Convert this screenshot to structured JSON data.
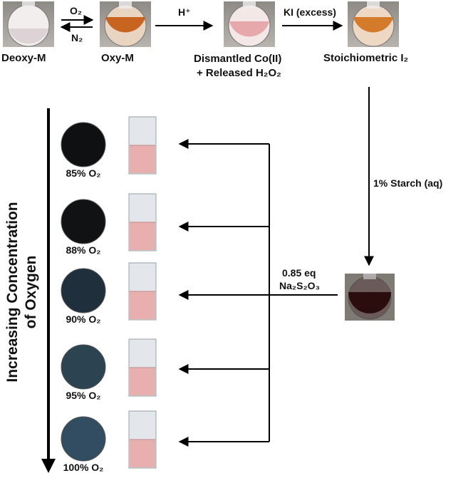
{
  "top": {
    "deoxy": "Deoxy-M",
    "oxy": "Oxy-M",
    "dismantled_1": "Dismantled Co(II)",
    "dismantled_2": "+ Released H₂O₂",
    "iodine": "Stoichiometric I₂",
    "o2": "O₂",
    "n2": "N₂",
    "acid": "H⁺",
    "ki": "KI (excess)"
  },
  "steps": {
    "starch": "1% Starch (aq)",
    "thio_eq": "0.85 eq",
    "thio_formula": "Na₂S₂O₃"
  },
  "axis_label_1": "Increasing Concentration",
  "axis_label_2": "of Oxygen",
  "samples": [
    {
      "label": "85% O₂",
      "color": "#0f1012"
    },
    {
      "label": "88% O₂",
      "color": "#111214"
    },
    {
      "label": "90% O₂",
      "color": "#1f2f3c"
    },
    {
      "label": "95% O₂",
      "color": "#2c4352"
    },
    {
      "label": "100% O₂",
      "color": "#324d61"
    }
  ],
  "colors": {
    "deoxy_fill": "#ddd3d6",
    "oxy_fill": "#c7641f",
    "dismantled_fill": "#e7a8ab",
    "iodine_fill": "#d47a2b",
    "starch_fill": "#2a0d0c",
    "vial_solution": "#e7a6a3"
  }
}
